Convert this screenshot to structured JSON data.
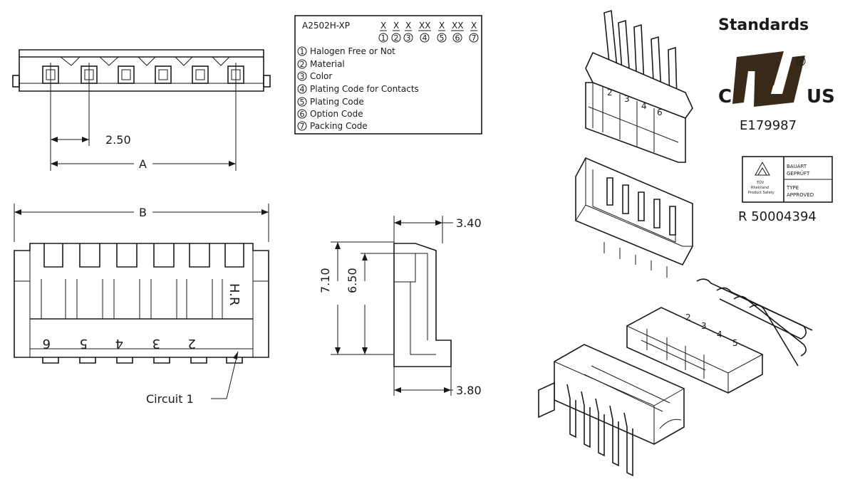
{
  "part_code": {
    "prefix": "A2502H-XP",
    "fields": [
      {
        "code": "X",
        "num": "1"
      },
      {
        "code": "X",
        "num": "2"
      },
      {
        "code": "X",
        "num": "3"
      },
      {
        "code": "XX",
        "num": "4"
      },
      {
        "code": "X",
        "num": "5"
      },
      {
        "code": "XX",
        "num": "6"
      },
      {
        "code": "X",
        "num": "7"
      }
    ],
    "legend": [
      {
        "num": "1",
        "text": "Halogen Free or Not"
      },
      {
        "num": "2",
        "text": "Material"
      },
      {
        "num": "3",
        "text": "Color"
      },
      {
        "num": "4",
        "text": "Plating Code for Contacts"
      },
      {
        "num": "5",
        "text": "Plating Code"
      },
      {
        "num": "6",
        "text": "Option Code"
      },
      {
        "num": "7",
        "text": "Packing Code"
      }
    ]
  },
  "dimensions": {
    "pitch": "2.50",
    "a": "A",
    "b": "B",
    "d340": "3.40",
    "d710": "7.10",
    "d650": "6.50",
    "d380": "3.80"
  },
  "front_view": {
    "brand": "H.R",
    "circuit_numbers": [
      "6",
      "5",
      "4",
      "3",
      "2"
    ],
    "circuit_label": "Circuit  1"
  },
  "iso_labels": {
    "top": [
      "2",
      "3",
      "4",
      "6"
    ],
    "mid": [
      "2",
      "3",
      "4",
      "5"
    ]
  },
  "standards": {
    "title": "Standards",
    "ul_left": "C",
    "ul_right": "US",
    "ul_registered": "®",
    "ul_number": "E179987",
    "tuv_line1": "BAUART",
    "tuv_line2": "GEPRÜFT",
    "tuv_line3": "TYPE",
    "tuv_line4": "APPROVED",
    "tuv_brand1": "TÜV",
    "tuv_brand2": "Rheinland",
    "tuv_brand3": "Product Safety",
    "tuv_number": "R  50004394"
  }
}
